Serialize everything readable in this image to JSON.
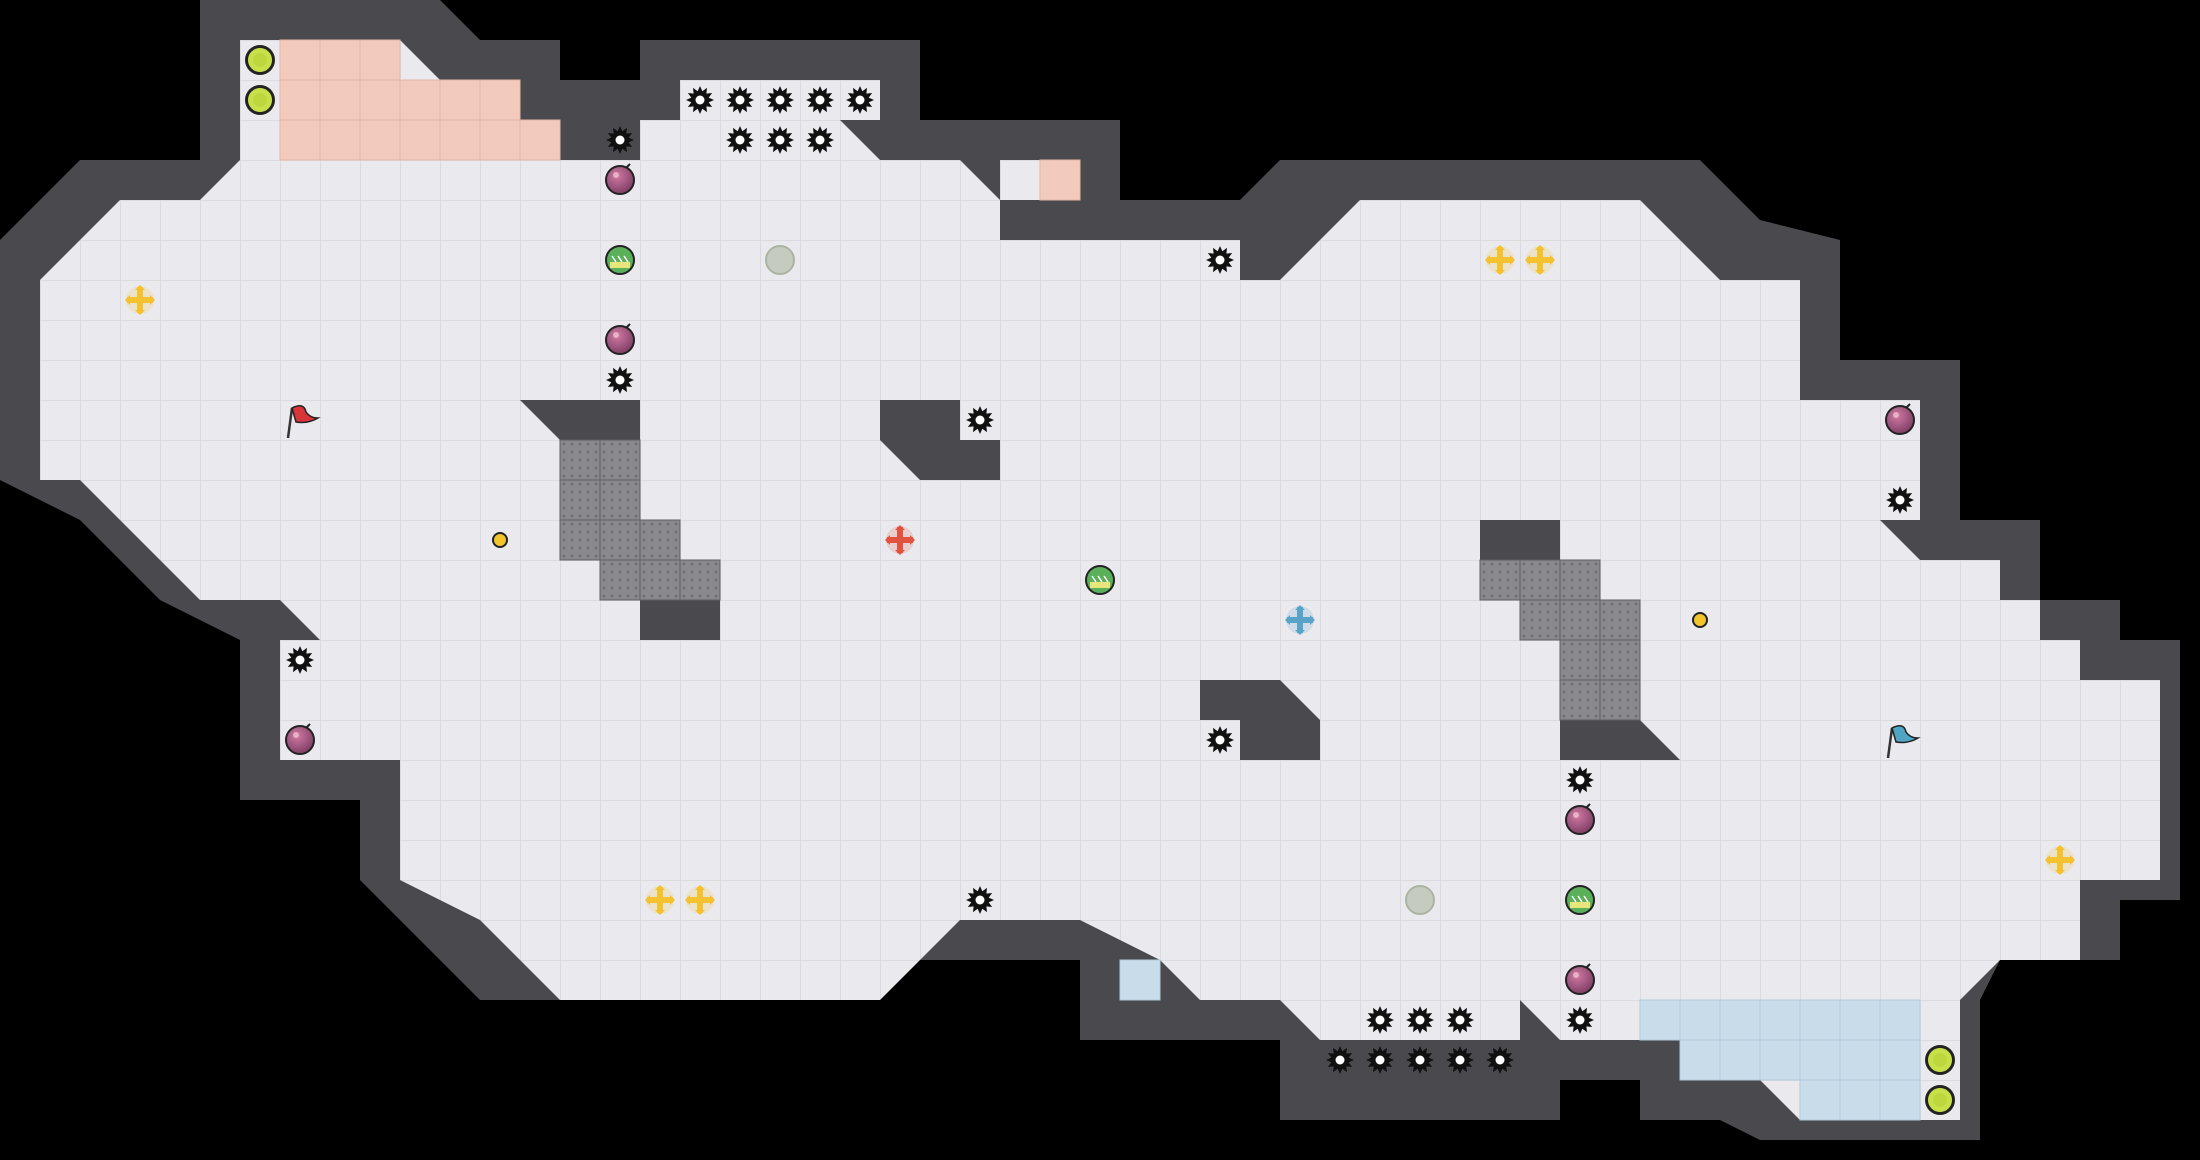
{
  "app": {
    "title": ""
  },
  "map": {
    "name": "arena-map",
    "team_colors": {
      "red": "#e2533f",
      "blue": "#5aa3c8",
      "wall": "#4a4a4e",
      "floor": "#eaeaec",
      "gridline": "#d6d6da"
    },
    "red_spawn_tint": "#f3cbbd",
    "blue_spawn_tint": "#c8dcea",
    "legend": {
      "flag": "flag-icon",
      "spike": "spike-icon",
      "boost": "boost-icon",
      "powerup": "powerup-icon",
      "bomb": "bomb-icon",
      "button": "button-icon",
      "gate": "gate-icon",
      "speedpad": "speedpad-icon",
      "neutral_tile": "neutral-tile"
    },
    "flags": [
      {
        "team": "red",
        "color": "#d8343a"
      },
      {
        "team": "blue",
        "color": "#4ea6c4"
      }
    ],
    "spawn_counts": {
      "red_boost_pads": 2,
      "blue_boost_pads": 2
    }
  }
}
